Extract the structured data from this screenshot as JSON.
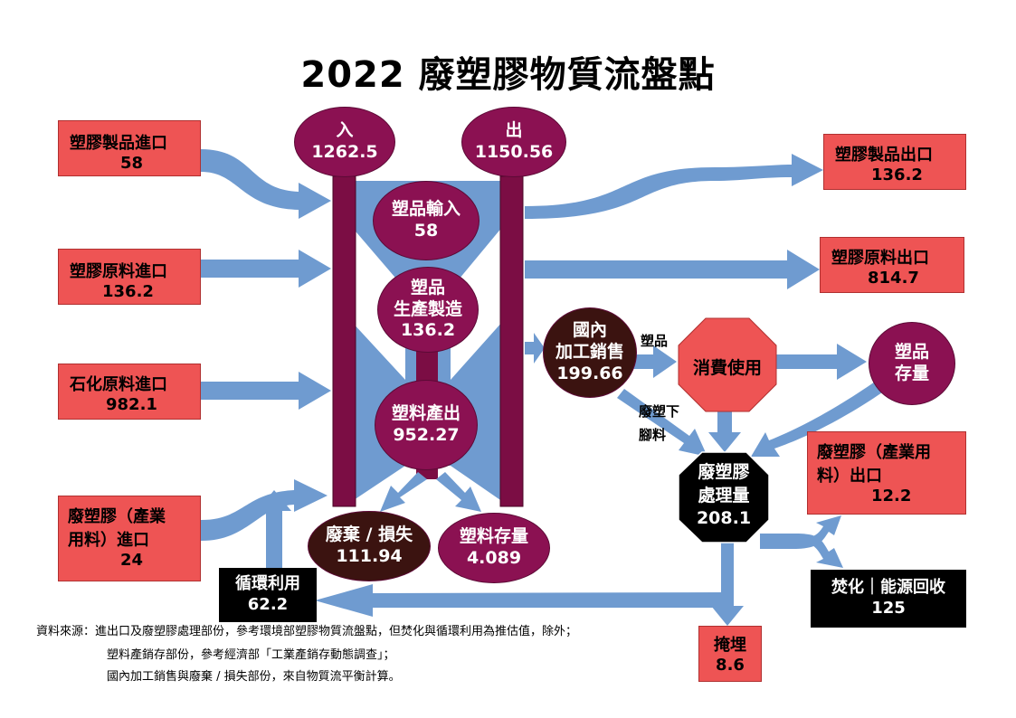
{
  "title": "2022 廢塑膠物質流盤點",
  "inputs": {
    "plastic_product_import": {
      "label": "塑膠製品進口",
      "value": "58"
    },
    "plastic_raw_import": {
      "label": "塑膠原料進口",
      "value": "136.2"
    },
    "petrochem_import": {
      "label": "石化原料進口",
      "value": "982.1"
    },
    "waste_plastic_import": {
      "label1": "廢塑膠（產業",
      "label2": "用料）進口",
      "value": "24"
    }
  },
  "totals": {
    "in": {
      "label": "入",
      "value": "1262.5"
    },
    "out": {
      "label": "出",
      "value": "1150.56"
    }
  },
  "center_nodes": {
    "product_input": {
      "label": "塑品輸入",
      "value": "58"
    },
    "product_manufacture": {
      "label1": "塑品",
      "label2": "生產製造",
      "value": "136.2"
    },
    "material_output": {
      "label": "塑料產出",
      "value": "952.27"
    },
    "waste_loss": {
      "label": "廢棄 / 損失",
      "value": "111.94"
    },
    "material_stock": {
      "label": "塑料存量",
      "value": "4.089"
    }
  },
  "outputs": {
    "plastic_product_export": {
      "label": "塑膠製品出口",
      "value": "136.2"
    },
    "plastic_raw_export": {
      "label": "塑膠原料出口",
      "value": "814.7"
    },
    "waste_plastic_export": {
      "label1": "廢塑膠（產業用",
      "label2": "料）出口",
      "value": "12.2"
    }
  },
  "domestic": {
    "label1": "國內",
    "label2": "加工銷售",
    "value": "199.66"
  },
  "consumption": {
    "label": "消費使用"
  },
  "product_stock": {
    "label1": "塑品",
    "label2": "存量"
  },
  "treatment": {
    "label1": "廢塑膠",
    "label2": "處理量",
    "value": "208.1"
  },
  "recycle": {
    "label": "循環利用",
    "value": "62.2"
  },
  "incineration": {
    "label": "焚化｜能源回收",
    "value": "125"
  },
  "landfill": {
    "label": "掩埋",
    "value": "8.6"
  },
  "arrow_labels": {
    "product": "塑品",
    "scrap1": "廢塑下",
    "scrap2": "腳料"
  },
  "notes": {
    "line1": "資料來源：進出口及廢塑膠處理部份，參考環境部塑膠物質流盤點，但焚化與循環利用為推估值，除外；",
    "line2": "塑料產銷存部份，參考經濟部「工業產銷存動態調查」；",
    "line3": "國內加工銷售與廢棄 / 損失部份，來自物質流平衡計算。"
  },
  "colors": {
    "arrow": "#6f9bd0",
    "input_box": "#ee5454",
    "node": "#8b1152",
    "bar": "#7b0d44",
    "dark_node": "#3b1310",
    "black": "#000000"
  }
}
